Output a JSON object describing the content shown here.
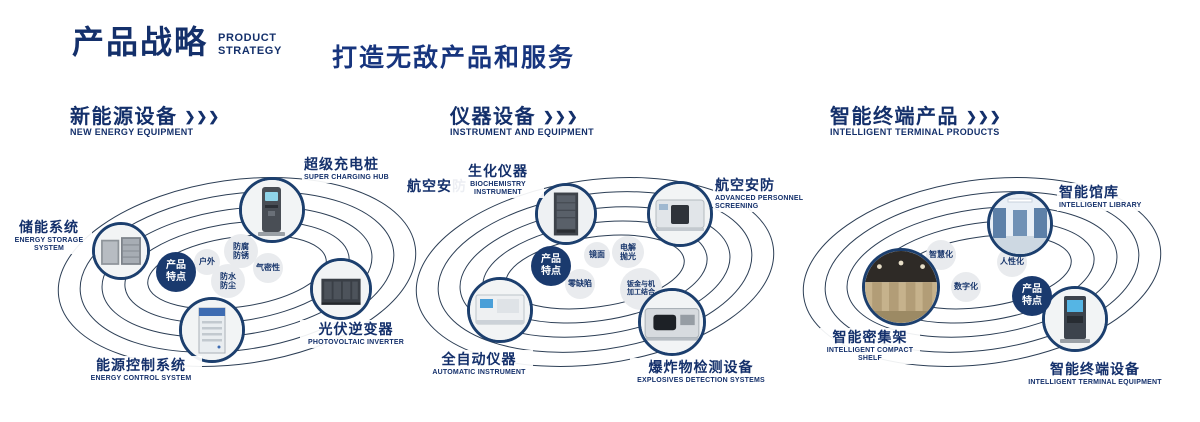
{
  "header": {
    "title_cn": "产品战略",
    "title_en_line1": "PRODUCT",
    "title_en_line2": "STRATEGY",
    "slogan": "打造无敌产品和服务"
  },
  "icons": {
    "section_arrow": "❯❯❯"
  },
  "colors": {
    "navy": "#14306b",
    "slogan_blue": "#17357e",
    "orbit_line": "#2c3e55",
    "badge_bg": "#1a3a6e",
    "bubble_bg": "#e9ebee"
  },
  "sections": [
    {
      "title_cn": "新能源设备",
      "title_en": "NEW ENERGY EQUIPMENT",
      "badge": "产品特点",
      "features": [
        "户外",
        "防腐防锈",
        "气密性",
        "防水防尘"
      ],
      "products": [
        {
          "cn": "超级充电桩",
          "en": "SUPER CHARGING HUB"
        },
        {
          "cn": "储能系统",
          "en": "ENERGY STORAGE SYSTEM"
        },
        {
          "cn": "光伏逆变器",
          "en": "PHOTOVOLTAIC INVERTER"
        },
        {
          "cn": "能源控制系统",
          "en": "ENERGY CONTROL SYSTEM"
        }
      ]
    },
    {
      "title_cn": "仪器设备",
      "title_en": "INSTRUMENT AND EQUIPMENT",
      "badge": "产品特点",
      "side_label": "航空安防",
      "features": [
        "镜面",
        "电解抛光",
        "零缺陷",
        "钣金与机加工结合"
      ],
      "products": [
        {
          "cn": "生化仪器",
          "en": "BIOCHEMISTRY INSTRUMENT"
        },
        {
          "cn": "航空安防",
          "en": "ADVANCED PERSONNEL SCREENING"
        },
        {
          "cn": "全自动仪器",
          "en": "AUTOMATIC INSTRUMENT"
        },
        {
          "cn": "爆炸物检测设备",
          "en": "EXPLOSIVES DETECTION SYSTEMS"
        }
      ]
    },
    {
      "title_cn": "智能终端产品",
      "title_en": "INTELLIGENT TERMINAL PRODUCTS",
      "badge": "产品特点",
      "features": [
        "智慧化",
        "人性化",
        "数字化"
      ],
      "products": [
        {
          "cn": "智能馆库",
          "en": "INTELLIGENT LIBRARY"
        },
        {
          "cn": "智能密集架",
          "en": "INTELLIGENT COMPACT SHELF"
        },
        {
          "cn": "智能终端设备",
          "en": "INTELLIGENT TERMINAL EQUIPMENT"
        }
      ]
    }
  ]
}
